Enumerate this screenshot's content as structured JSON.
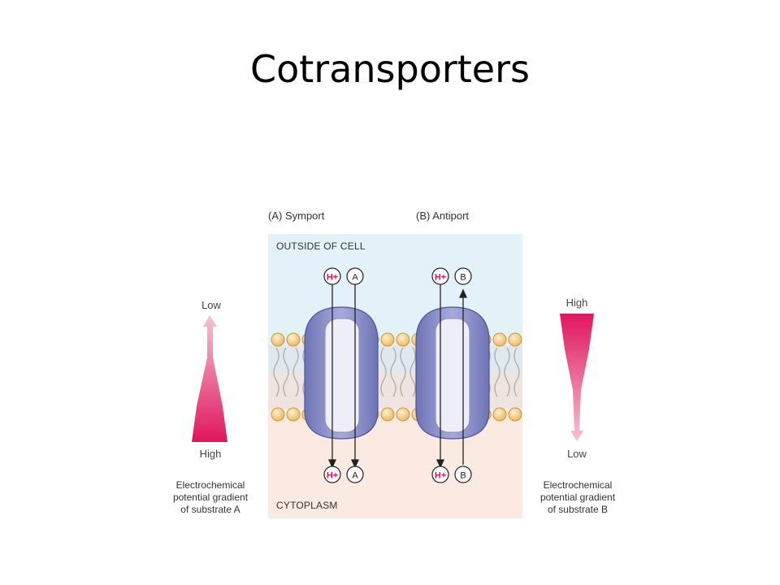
{
  "slide": {
    "title": "Cotransporters"
  },
  "figure": {
    "panel_a_label": "(A) Symport",
    "panel_b_label": "(B) Antiport",
    "outside_label": "OUTSIDE OF CELL",
    "cytoplasm_label": "CYTOPLASM",
    "ions": {
      "proton": "H+",
      "substrate_a": "A",
      "substrate_b": "B"
    },
    "left_gradient": {
      "top_label": "Low",
      "bottom_label": "High",
      "caption": [
        "Electrochemical",
        "potential gradient",
        "of substrate A"
      ]
    },
    "right_gradient": {
      "top_label": "High",
      "bottom_label": "Low",
      "caption": [
        "Electrochemical",
        "potential gradient",
        "of substrate B"
      ]
    }
  },
  "colors": {
    "outside_bg": "#e3f1f8",
    "cytoplasm_bg": "#fbeae2",
    "transporter": "#8f93c9",
    "transporter_inner": "#eeeef8",
    "lipid_head": "#f3c978",
    "gradient_dark": "#e0155f",
    "gradient_light": "#f7b6c8",
    "proton_circle": "#e0155f"
  }
}
